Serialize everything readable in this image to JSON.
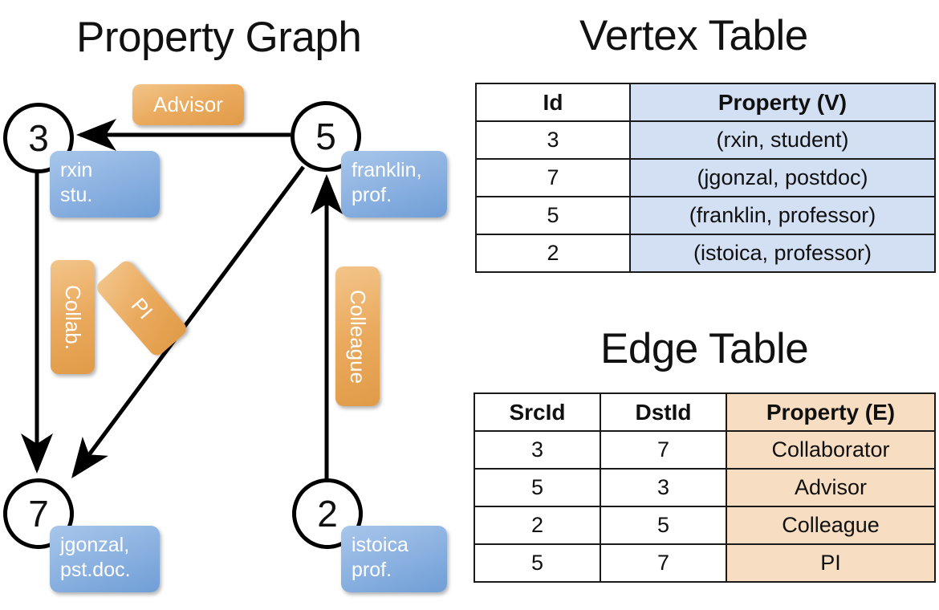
{
  "titles": {
    "graph": "Property Graph",
    "vertex_table": "Vertex Table",
    "edge_table": "Edge Table"
  },
  "graph": {
    "nodes": [
      {
        "id": "3",
        "property_lines": [
          "rxin",
          "stu."
        ]
      },
      {
        "id": "5",
        "property_lines": [
          "franklin,",
          "prof."
        ]
      },
      {
        "id": "7",
        "property_lines": [
          "jgonzal,",
          "pst.doc."
        ]
      },
      {
        "id": "2",
        "property_lines": [
          "istoica",
          "prof."
        ]
      }
    ],
    "edge_labels": [
      {
        "text": "Advisor",
        "orientation": "horizontal"
      },
      {
        "text": "Collab.",
        "orientation": "vertical"
      },
      {
        "text": "PI",
        "orientation": "diagonal"
      },
      {
        "text": "Colleague",
        "orientation": "vertical"
      }
    ]
  },
  "vertex_table": {
    "headers": [
      "Id",
      "Property (V)"
    ],
    "rows": [
      {
        "id": "3",
        "property": "(rxin, student)"
      },
      {
        "id": "7",
        "property": "(jgonzal, postdoc)"
      },
      {
        "id": "5",
        "property": "(franklin, professor)"
      },
      {
        "id": "2",
        "property": "(istoica, professor)"
      }
    ]
  },
  "edge_table": {
    "headers": [
      "SrcId",
      "DstId",
      "Property (E)"
    ],
    "rows": [
      {
        "src": "3",
        "dst": "7",
        "property": "Collaborator"
      },
      {
        "src": "5",
        "dst": "3",
        "property": "Advisor"
      },
      {
        "src": "2",
        "dst": "5",
        "property": "Colleague"
      },
      {
        "src": "5",
        "dst": "7",
        "property": "PI"
      }
    ]
  },
  "colors": {
    "vertex_property_fill": "#d3e0f3",
    "edge_property_fill": "#f7ddc2",
    "node_property_box": "#8fb4e2",
    "edge_label_box": "#eaaa5e",
    "stroke": "#000000",
    "background": "#ffffff"
  }
}
